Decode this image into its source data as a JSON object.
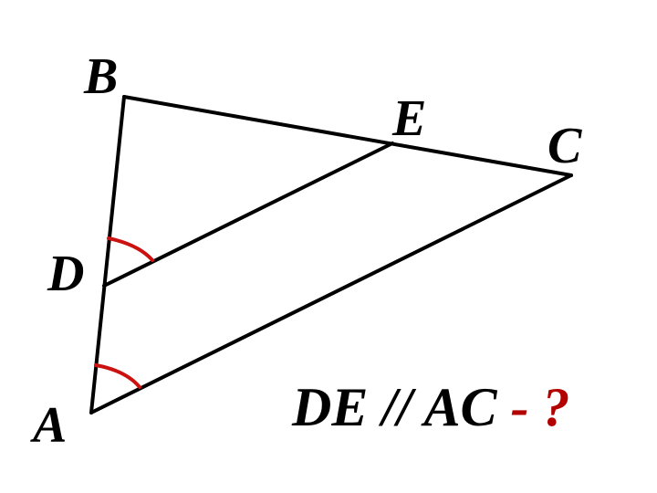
{
  "diagram": {
    "vertices": {
      "A": "A",
      "B": "B",
      "C": "C",
      "D": "D",
      "E": "E"
    },
    "question": {
      "statement": "DE // AC",
      "dash": " - ",
      "mark": "?"
    },
    "colors": {
      "line": "#000000",
      "angle_arc": "#cc1111",
      "question_mark": "#b30000",
      "background": "#ffffff"
    }
  }
}
